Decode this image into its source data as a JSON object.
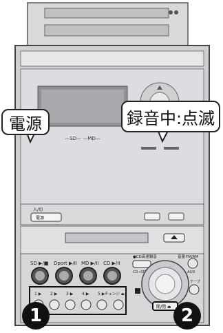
{
  "callouts": {
    "power": "電源",
    "recording": "録音中:点滅"
  },
  "badges": {
    "one": "1",
    "two": "2"
  },
  "device": {
    "power_small": "入/切",
    "power_button": "電源",
    "sd_label": "SD ▶/■",
    "dport_label": "Dport ▶/II",
    "md_label": "MD ▶/II",
    "cd_label": "CD ▶/II",
    "preset_1": "1 ▶",
    "preset_2": "2 ▶",
    "preset_3": "3 ▶",
    "preset_4": "4 ▶",
    "preset_5": "5 ▶",
    "exchange_label": "チェンジ ⏏",
    "cd_rec_label": "●CD高速録音",
    "cd_sd_md": "CD→SD・MD",
    "fm_am": "FM/AM",
    "aux": "AUX",
    "tape": "テープ",
    "volume_label": "音量",
    "open_close": "開/閉 ⏏",
    "display_marks": "—SD— —MD—"
  },
  "colors": {
    "body": "#cfd0d2",
    "panel": "#e3e4e6",
    "dark": "#3a3a3c",
    "window": "#8e9094"
  }
}
